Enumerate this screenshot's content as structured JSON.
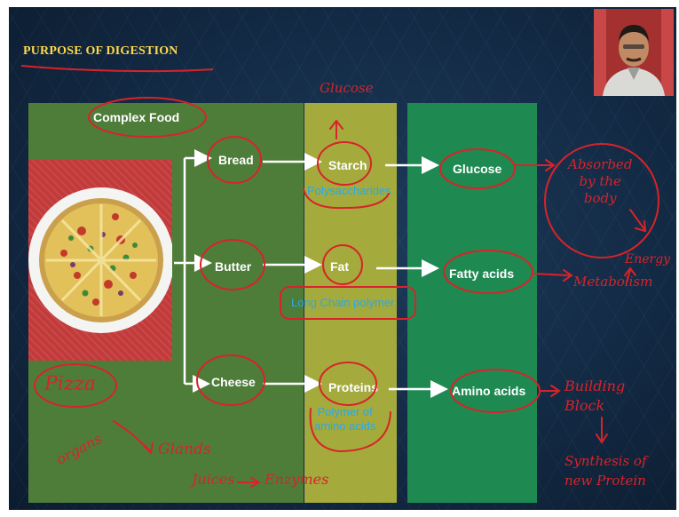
{
  "slide": {
    "title": "PURPOSE OF DIGESTION",
    "header_complex_food": "Complex Food",
    "foods": [
      "Bread",
      "Butter",
      "Cheese"
    ],
    "nutrients": [
      "Starch",
      "Fat",
      "Proteins"
    ],
    "nutrient_notes": [
      "Polysaccharides",
      "Long Chain polymer",
      "Polymer of\namino acids"
    ],
    "products": [
      "Glucose",
      "Fatty acids",
      "Amino acids"
    ]
  },
  "annotations": {
    "pizza": "Pizza",
    "glucose_top": "Glucose",
    "absorbed": "Absorbed\nby the\nbody",
    "energy": "Energy",
    "metabolism": "Metabolism",
    "building": "Building\nBlock",
    "synthesis": "Synthesis of\nnew Protein",
    "organs": "organs",
    "glands": "Glands",
    "juices": "Juices",
    "enzymes": "Enzymes"
  },
  "colors": {
    "panel_food": "#4e7d3a",
    "panel_mid": "#a4ab3c",
    "panel_right": "#1e8a52",
    "title": "#ffd94a",
    "ink": "#d8232a",
    "note_blue": "#2aa8e8"
  }
}
